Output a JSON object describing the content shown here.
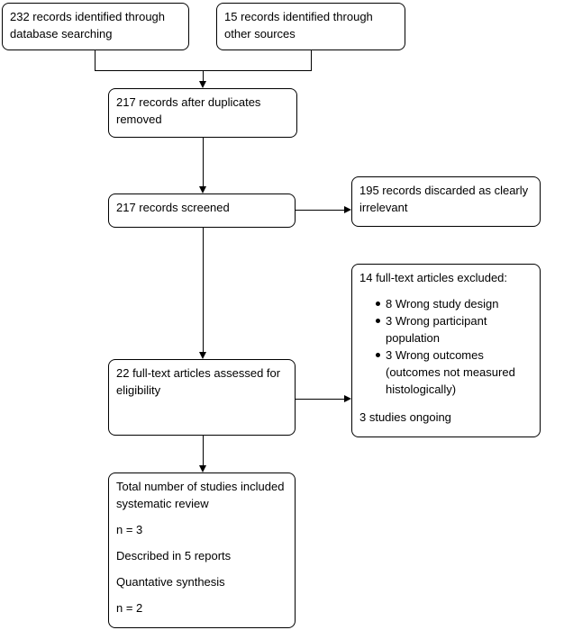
{
  "flow": {
    "identified_database": "232 records identified through database searching",
    "identified_other": "15 records identified through other sources",
    "after_duplicates": "217 records after duplicates removed",
    "screened": "217 records screened",
    "discarded": "195 records discarded as clearly irrelevant",
    "fulltext_assessed": "22 full-text articles assessed for eligibility",
    "excluded": {
      "heading": "14 full-text articles excluded:",
      "bullets": [
        "8 Wrong study design",
        "3 Wrong participant population",
        "3 Wrong outcomes (outcomes not measured histologically)"
      ],
      "note": "3 studies ongoing"
    },
    "included": {
      "lines": [
        "Total number of studies included systematic review",
        "n = 3",
        "Described in 5 reports",
        "Quantative synthesis",
        "n = 2"
      ]
    },
    "colors": {
      "border": "#000000",
      "background": "#ffffff",
      "text": "#000000"
    }
  }
}
